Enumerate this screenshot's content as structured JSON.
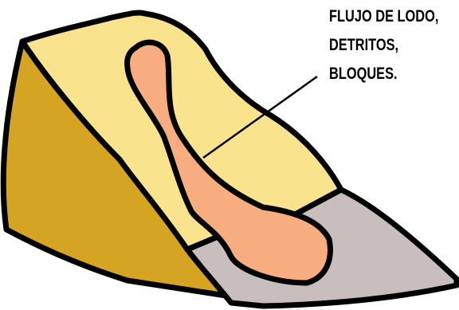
{
  "diagram": {
    "label_lines": [
      "FLUJO DE LODO,",
      "DETRITOS,",
      "BLOQUES."
    ],
    "colors": {
      "slope_top": "#f9e38c",
      "slope_side": "#d4a422",
      "base_ground": "#c8bebe",
      "flow": "#f7ad7f",
      "outline": "#000000"
    }
  }
}
